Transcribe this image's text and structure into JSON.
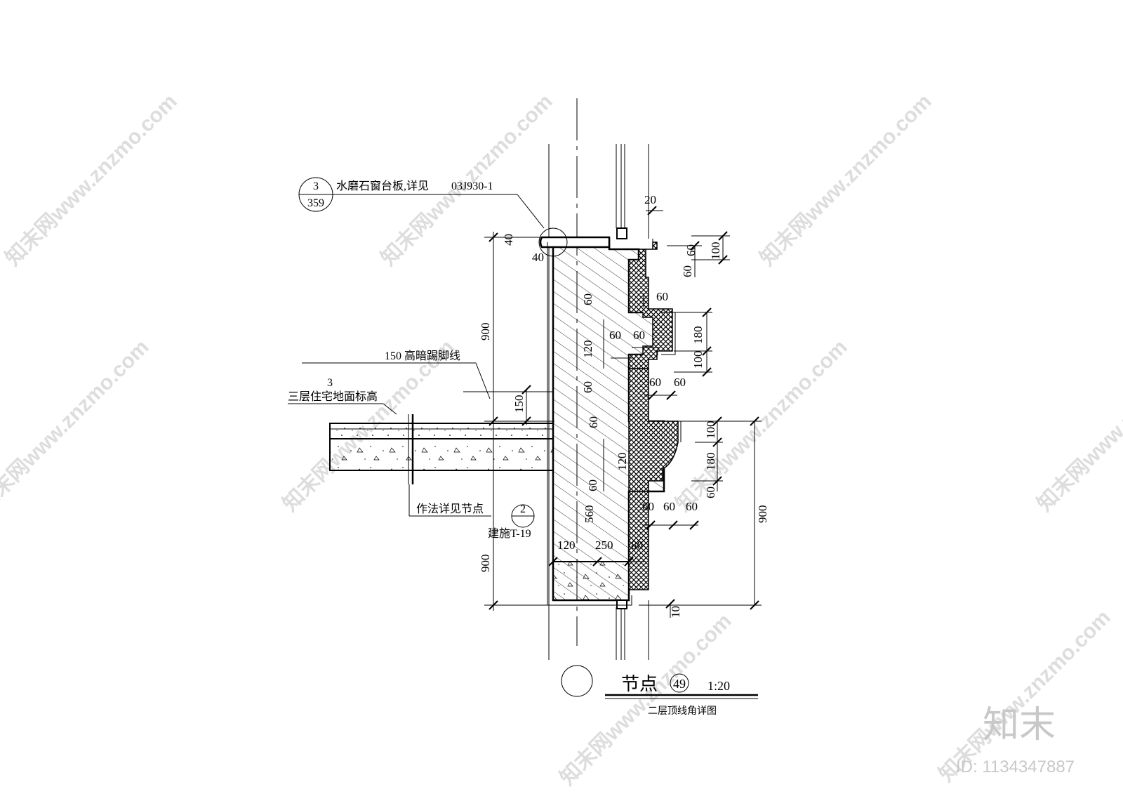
{
  "watermark": {
    "text": "知末网www.znzmo.com",
    "brand": "知末",
    "id": "ID: 1134347887"
  },
  "title": {
    "node_label": "节点",
    "node_number": "49",
    "scale": "1:20",
    "subtitle": "二层顶线角详图"
  },
  "callouts": {
    "sill_ref_top": "3",
    "sill_ref_bottom": "359",
    "sill_text": "水磨石窗台板,详见",
    "sill_code": "03J930-1",
    "skirting": "150 高暗踢脚线",
    "floor_level_num": "3",
    "floor_level_text": "三层住宅地面标高",
    "method_text": "作法详见节点",
    "method_ref_num": "2",
    "method_ref_sheet": "建施T-19"
  },
  "dimensions": {
    "d20": "20",
    "d40a": "40",
    "d40b": "40",
    "d60_a": "60",
    "d100_a": "100",
    "d60_b": "60",
    "d60_c": "60",
    "d180_a": "180",
    "d100_b": "100",
    "d60_d": "60",
    "d60_e": "60",
    "d100_c": "100",
    "d180_b": "180",
    "d60_f": "60",
    "d900_right": "900",
    "d60_g": "60",
    "d60_h": "60",
    "d60_i": "60",
    "d900_left_top": "900",
    "d900_left_bot": "900",
    "d150": "150",
    "d60_v1": "60",
    "d120_v1": "120",
    "d60_h1": "60",
    "d60_h2": "60",
    "d60_v2": "60",
    "d60_v3": "60",
    "d120_v2": "120",
    "d60_v4": "60",
    "d560": "560",
    "d120_b": "120",
    "d250": "250",
    "d80": "80",
    "d10": "10"
  }
}
